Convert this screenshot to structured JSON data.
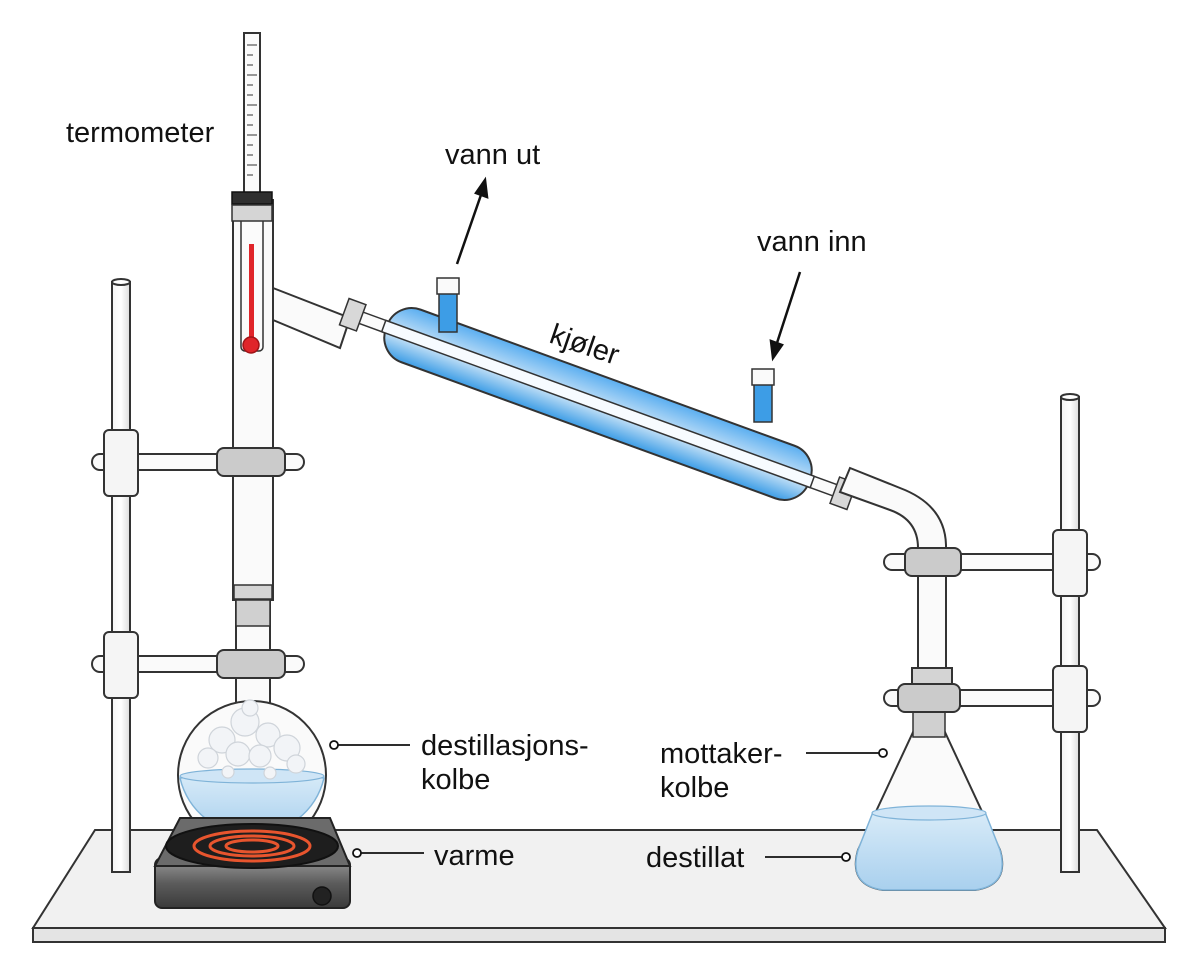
{
  "labels": {
    "thermometer": "termometer",
    "water_out": "vann ut",
    "water_in": "vann inn",
    "condenser": "kjøler",
    "distillation_flask_line1": "destillasjons-",
    "distillation_flask_line2": "kolbe",
    "heat": "varme",
    "receiving_flask_line1": "mottaker-",
    "receiving_flask_line2": "kolbe",
    "distillate": "destillat"
  },
  "colors": {
    "glass_outline": "#333333",
    "coolant_blue": "#3d9de6",
    "liquid_blue": "#b8d9f0",
    "thermometer_red": "#e0252a",
    "heating_coil": "#e8552e",
    "clamp_gray": "#c9c9c9",
    "hot_plate": "#4a4a4a"
  }
}
